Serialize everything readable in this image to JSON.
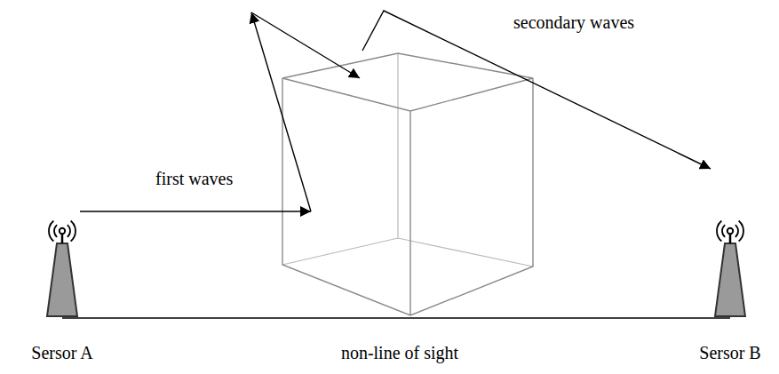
{
  "diagram": {
    "nodes": [
      {
        "text": [
          "Sersor A"
        ]
      },
      {
        "text": [
          "Sersor B"
        ]
      }
    ],
    "edges": [
      {
        "from": 0,
        "to": 1,
        "label": "non-line of sight",
        "arrow": "none"
      }
    ],
    "labels": [
      "first waves",
      "secondary waves"
    ]
  }
}
